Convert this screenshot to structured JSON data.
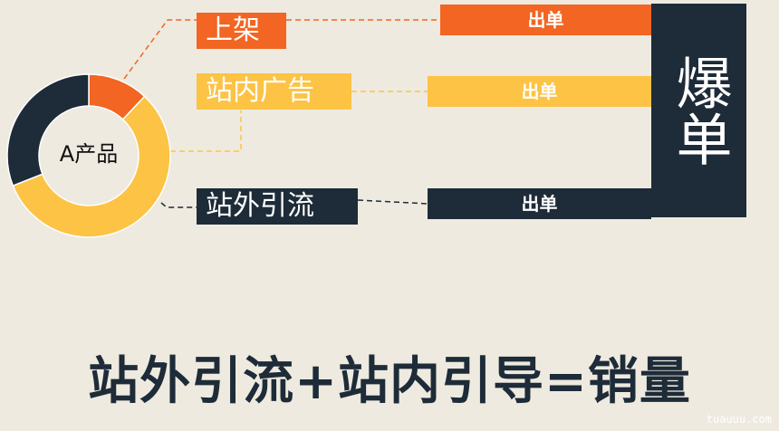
{
  "colors": {
    "orange": "#F26522",
    "yellow": "#FDC345",
    "dark": "#1E2B38",
    "background": "#EEEAE0"
  },
  "donut": {
    "center_label": "A产品",
    "segments": [
      {
        "name": "上架",
        "share": 0.12,
        "color": "#F26522"
      },
      {
        "name": "站内广告",
        "share": 0.57,
        "color": "#FDC345"
      },
      {
        "name": "站外引流",
        "share": 0.31,
        "color": "#1E2B38"
      }
    ]
  },
  "channels": [
    {
      "label": "上架",
      "result": "出单"
    },
    {
      "label": "站内广告",
      "result": "出单"
    },
    {
      "label": "站外引流",
      "result": "出单"
    }
  ],
  "outcome": "爆单",
  "slogan": "站外引流+站内引导=销量",
  "watermark": "tuauuu.com"
}
